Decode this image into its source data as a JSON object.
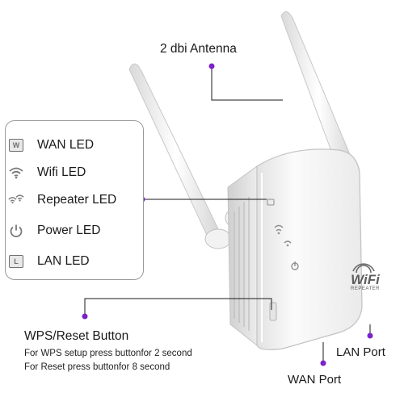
{
  "antenna_label": "2 dbi Antenna",
  "led_panel": {
    "items": [
      {
        "icon": "wan-box-icon",
        "glyph": "W",
        "label": "WAN LED"
      },
      {
        "icon": "wifi-icon",
        "glyph": "",
        "label": "Wifi LED"
      },
      {
        "icon": "repeater-icon",
        "glyph": "",
        "label": "Repeater LED"
      },
      {
        "icon": "power-icon",
        "glyph": "⏻",
        "label": "Power LED"
      },
      {
        "icon": "lan-box-icon",
        "glyph": "L",
        "label": "LAN LED"
      }
    ]
  },
  "wps": {
    "title": "WPS/Reset Button",
    "line1": "For WPS setup press buttonfor 2 second",
    "line2": "For Reset press buttonfor 8 second"
  },
  "lan_port_label": "LAN Port",
  "wan_port_label": "WAN Port",
  "device": {
    "badge_top": "WiFi",
    "badge_bottom": "REPEATER"
  },
  "colors": {
    "accent": "#7b22c9",
    "line": "#1a1a1a",
    "device_body": "#f4f4f4"
  }
}
